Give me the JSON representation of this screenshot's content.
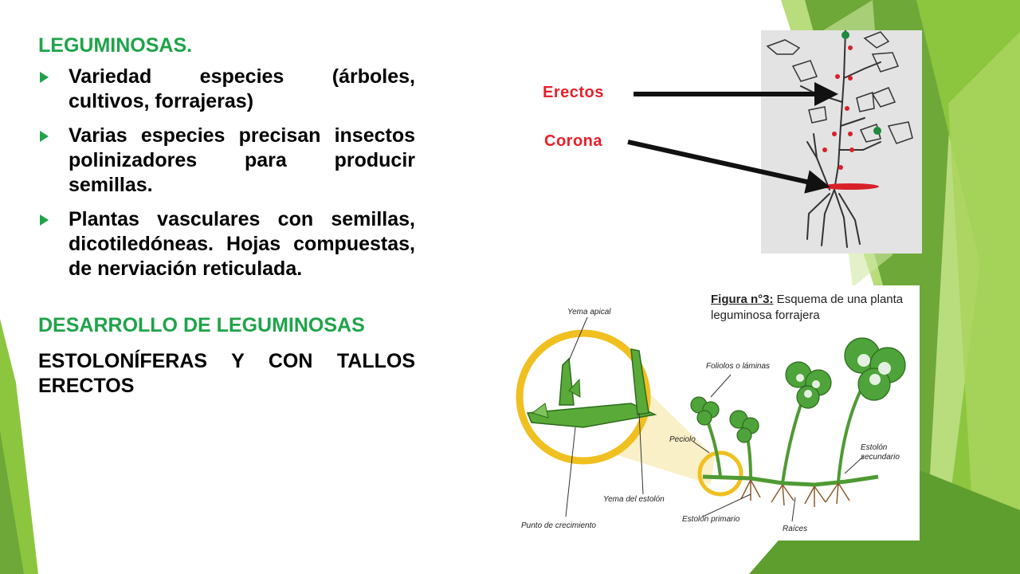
{
  "slide": {
    "heading1": "LEGUMINOSAS.",
    "bullets": [
      "Variedad especies (árboles, cultivos, forrajeras)",
      "Varias especies precisan insectos polinizadores para producir semillas.",
      "Plantas vasculares con semillas, dicotiledóneas. Hojas compuestas, de nerviación reticulada."
    ],
    "heading2": "DESARROLLO DE LEGUMINOSAS",
    "heading3": "ESTOLONÍFERAS Y CON TALLOS ERECTOS"
  },
  "figure_top": {
    "label_erectos": "Erectos",
    "label_corona": "Corona"
  },
  "figure_bottom": {
    "title_bold": "Figura n°3:",
    "title_rest": " Esquema de una planta",
    "title_line2": "leguminosa forrajera",
    "labels": {
      "yema_apical": "Yema apical",
      "foliolos": "Foliolos o láminas",
      "peciolo": "Peciolo",
      "estolon_secundario_1": "Estolón",
      "estolon_secundario_2": "secundario",
      "yema_estolon": "Yema del estolón",
      "punto_crecimiento": "Punto de crecimiento",
      "estolon_primario": "Estolón primario",
      "raices": "Raíces"
    }
  },
  "colors": {
    "accent_green": "#1fa34a",
    "label_red": "#e8202a",
    "deco_dark_green": "#5e9e2e",
    "deco_light_green": "#8cc63f"
  }
}
